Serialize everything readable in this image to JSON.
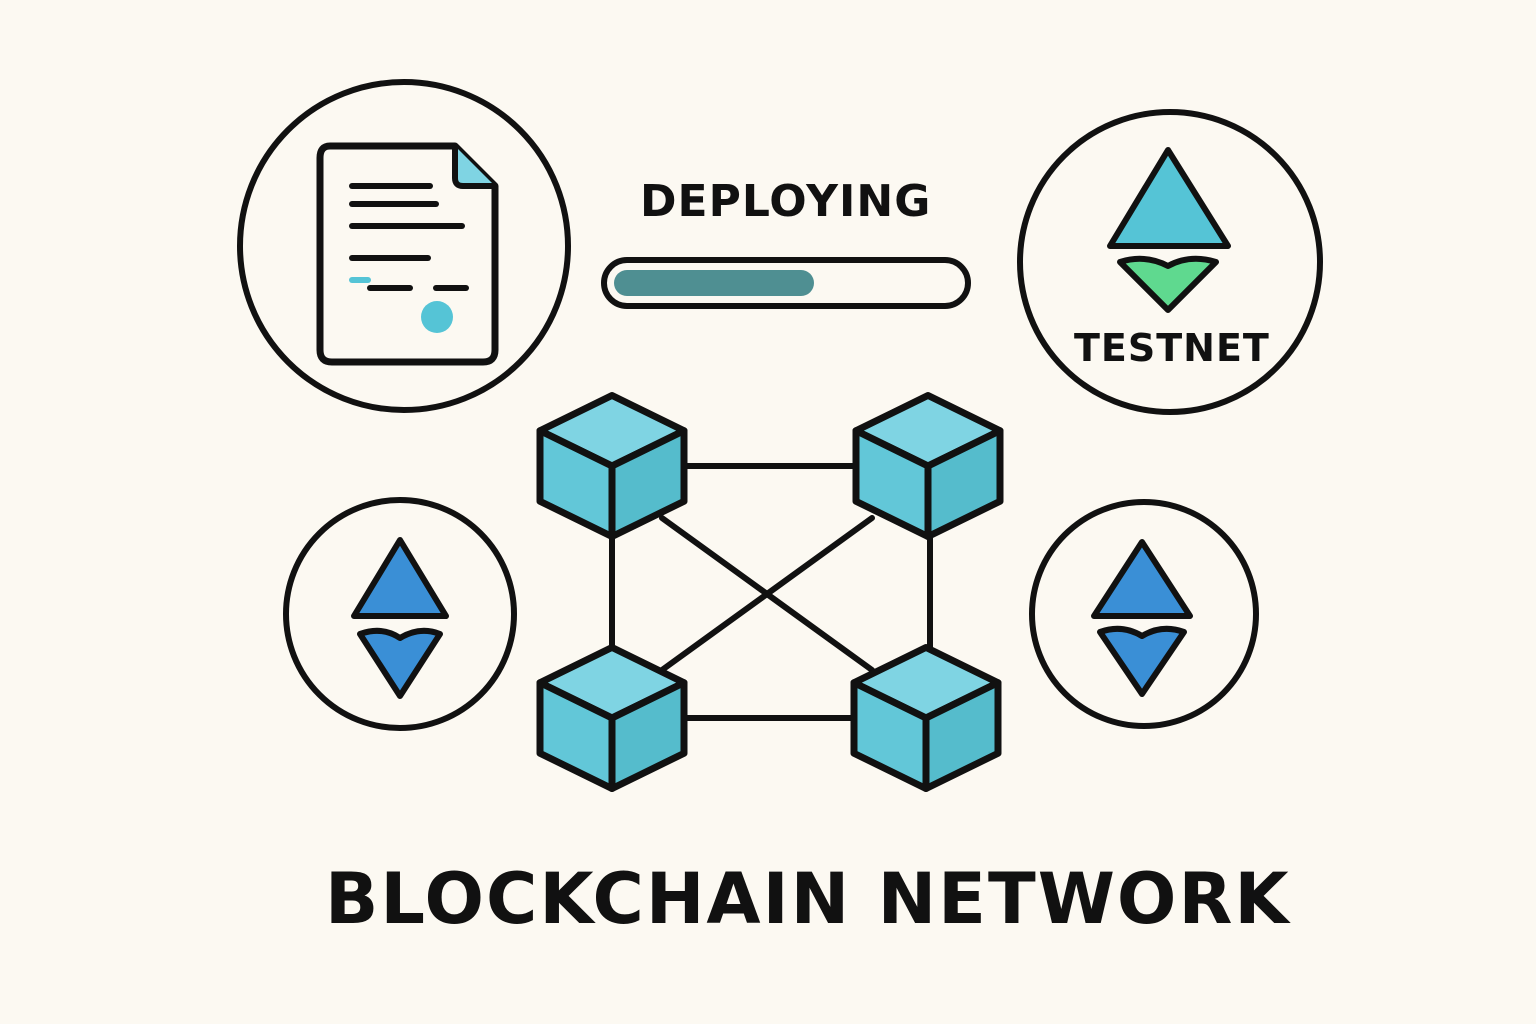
{
  "status": {
    "label": "DEPLOYING",
    "progress": 0.58
  },
  "network": {
    "label": "TESTNET"
  },
  "footer": {
    "title": "BLOCKCHAIN NETWORK"
  },
  "icons": {
    "contract": "document-icon",
    "testnet": "ethereum-icon",
    "node_left": "ethereum-icon",
    "node_right": "ethereum-icon",
    "blocks": "cube-icon"
  },
  "colors": {
    "background": "#fcf9f2",
    "outline": "#111111",
    "cube": "#62c7d8",
    "progress_fill": "#4f8f92",
    "eth_blue": "#3a8fd6",
    "eth_green": "#5fd98f",
    "accent": "#55c4d6"
  }
}
